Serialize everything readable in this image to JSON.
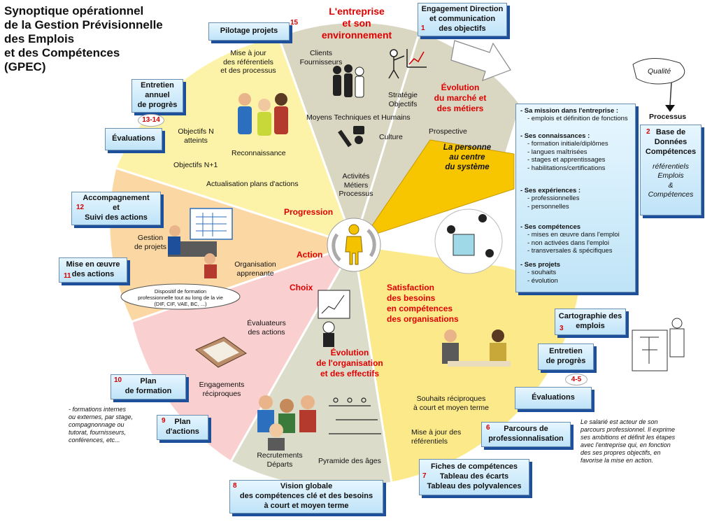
{
  "title": [
    "Synoptique opérationnel",
    "de la Gestion Prévisionnelle",
    "des Emplois",
    "et des Compétences",
    "(GPEC)"
  ],
  "center": {
    "label_progression": "Progression",
    "label_action": "Action",
    "label_choix": "Choix"
  },
  "sectors": {
    "environnement": {
      "title": [
        "L'entreprise",
        "et son",
        "environnement"
      ],
      "clients": [
        "Clients",
        "Fournisseurs"
      ],
      "strategie": [
        "Stratégie",
        "Objectifs"
      ],
      "moyens": "Moyens Techniques et Humains",
      "culture": "Culture",
      "activites": [
        "Activités",
        "Métiers",
        "Processus"
      ]
    },
    "evolution_marche": {
      "title": [
        "Évolution",
        "du marché et",
        "des métiers"
      ],
      "prospective": "Prospective"
    },
    "personne": [
      "La personne",
      "au centre",
      "du système"
    ],
    "pilotage": {
      "miseajour": [
        "Mise à jour",
        "des référentiels",
        "et des processus"
      ],
      "objectifsN": [
        "Objectifs N",
        "atteints"
      ],
      "objectifsN1": "Objectifs N+1",
      "reconnaissance": "Reconnaissance",
      "actualisation": "Actualisation plans d'actions"
    },
    "action": {
      "gestion": [
        "Gestion",
        "de projets"
      ],
      "organisation": [
        "Organisation",
        "apprenante"
      ],
      "dispositif": [
        "Dispositif de formation",
        "professionnelle tout au long de la vie",
        "(DIF, CIF, VAE, BC, ...)"
      ]
    },
    "choix": {
      "evaluateurs": [
        "Évaluateurs",
        "des actions"
      ],
      "engagements": [
        "Engagements",
        "réciproques"
      ]
    },
    "organisation": {
      "title": [
        "Évolution",
        "de l'organisation",
        "et des effectifs"
      ],
      "recrutements": [
        "Recrutements",
        "Départs"
      ],
      "pyramide": "Pyramide des âges"
    },
    "satisfaction": {
      "title": [
        "Satisfaction",
        "des besoins",
        "en compétences",
        "des organisations"
      ],
      "souhaits": [
        "Souhaits réciproques",
        "à court et moyen terme"
      ],
      "miseajour": [
        "Mise à jour des",
        "référentiels"
      ]
    }
  },
  "boxes": {
    "b1": {
      "num": "1",
      "lines": [
        "Engagement Direction",
        "et communication",
        "des objectifs"
      ]
    },
    "b15": {
      "num": "15",
      "lines": [
        "Pilotage projets"
      ]
    },
    "b13": {
      "num": "13-14",
      "lines": [
        "Entretien",
        "annuel",
        "de progrès"
      ]
    },
    "b13e": {
      "lines": [
        "Évaluations"
      ]
    },
    "b12": {
      "num": "12",
      "lines": [
        "Accompagnement",
        "et",
        "Suivi des actions"
      ]
    },
    "b11": {
      "num": "11",
      "lines": [
        "Mise en œuvre",
        "des actions"
      ]
    },
    "b10": {
      "num": "10",
      "lines": [
        "Plan",
        "de formation"
      ]
    },
    "b9": {
      "num": "9",
      "lines": [
        "Plan",
        "d'actions"
      ]
    },
    "b8": {
      "num": "8",
      "lines": [
        "Vision globale",
        "des compétences clé et des besoins",
        "à court et moyen terme"
      ]
    },
    "b7": {
      "num": "7",
      "lines": [
        "Fiches de compétences",
        "Tableau des écarts",
        "Tableau des polyvalences"
      ]
    },
    "b6": {
      "num": "6",
      "lines": [
        "Parcours de",
        "professionnalisation"
      ]
    },
    "b45": {
      "num": "4-5",
      "lines": [
        "Entretien",
        "de progrès"
      ]
    },
    "b45e": {
      "lines": [
        "Évaluations"
      ]
    },
    "b3": {
      "num": "3",
      "lines": [
        "Cartographie des",
        "emplois"
      ]
    },
    "b2": {
      "num": "2",
      "lines": [
        "Base de",
        "Données",
        "Compétences"
      ],
      "sub": [
        "référentiels",
        "Emplois",
        "&",
        "Compétences"
      ]
    }
  },
  "qualite": {
    "bubble": "Qualité",
    "processus": "Processus"
  },
  "panel": {
    "mission": {
      "head": "- Sa mission dans l'entreprise :",
      "items": [
        "- emplois et définition de fonctions"
      ]
    },
    "connaissances": {
      "head": "- Ses connaissances :",
      "items": [
        "- formation initiale/diplômes",
        "- langues maîtrisées",
        "- stages et apprentissages",
        "- habilitations/certifications"
      ]
    },
    "experiences": {
      "head": "- Ses expériences :",
      "items": [
        "- professionnelles",
        "- personnelles"
      ]
    },
    "competences": {
      "head": "- Ses compétences",
      "items": [
        "- mises en œuvre dans l'emploi",
        "- non activées dans l'emploi",
        "- transversales & spécifiques"
      ]
    },
    "projets": {
      "head": "- Ses projets",
      "items": [
        "- souhaits",
        "- évolution"
      ]
    }
  },
  "notes": {
    "formations": [
      "- formations internes",
      "ou externes, par stage,",
      "compagnonnage ou",
      "tutorat, fournisseurs,",
      "conférences, etc..."
    ],
    "salarie": [
      "Le salarié est acteur de son",
      "parcours professionnel. Il exprime",
      "ses ambitions et définit les étapes",
      "avec l'entreprise qui, en fonction",
      "des ses propres objectifs, en",
      "favorise la mise en action."
    ]
  },
  "colors": {
    "pilotage": "#fdf3a8",
    "action": "#fbd8a3",
    "choix": "#f9cfcf",
    "organisation": "#dcdccb",
    "satisfaction": "#fcea8a",
    "environnement": "#d9d6c2",
    "evolution": "#d9d6c2",
    "personne": "#f7c600",
    "red": "#e00000",
    "boxshadow": "#1d4f9a"
  }
}
